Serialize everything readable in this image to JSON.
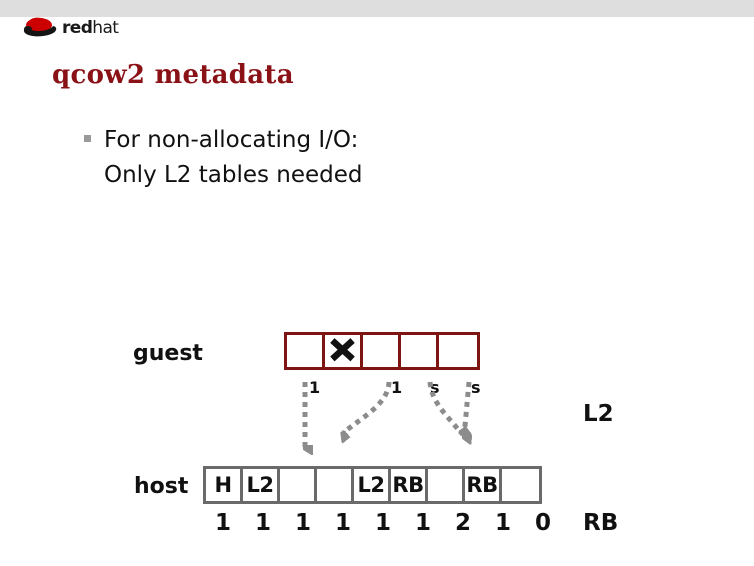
{
  "header": {
    "brand_primary": "red",
    "brand_secondary": "hat",
    "logo_icon": "redhat-shadowman-logo",
    "band_color": "#dedede"
  },
  "title": "qcow2 metadata",
  "title_color": "#8a1217",
  "bullet": {
    "marker": "square-bullet",
    "text": "For non-allocating I/O:\nOnly L2 tables needed"
  },
  "diagram": {
    "guest": {
      "label": "guest",
      "border_color": "#7e1512",
      "cells": [
        {
          "text": "",
          "marked": false
        },
        {
          "text": "",
          "marked": true
        },
        {
          "text": "",
          "marked": false
        },
        {
          "text": "",
          "marked": false
        },
        {
          "text": "",
          "marked": false
        }
      ],
      "pointer_labels": [
        "1",
        "1",
        "s",
        "s"
      ]
    },
    "host": {
      "label": "host",
      "border_color": "#6a6a6a",
      "cells": [
        "H",
        "L2",
        "",
        "",
        "L2",
        "RB",
        "",
        "RB",
        ""
      ],
      "refcounts": [
        "1",
        "1",
        "1",
        "1",
        "1",
        "1",
        "2",
        "1",
        "0"
      ]
    },
    "legend": {
      "l2": "L2",
      "rb": "RB"
    },
    "arrow_color": "#8c8c8c"
  }
}
